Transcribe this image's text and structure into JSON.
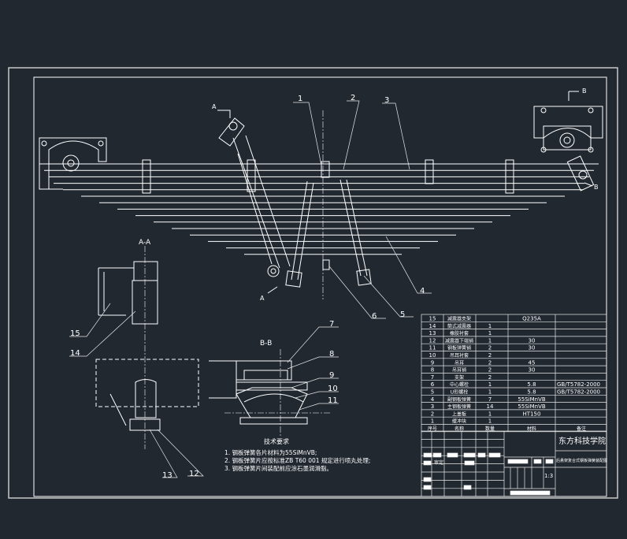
{
  "colors": {
    "background": "#212830",
    "lines": "#ffffff",
    "frame": "#c8c8c8"
  },
  "section_labels": {
    "aa": "A-A",
    "bb": "B-B",
    "a": "A",
    "b": "B"
  },
  "callouts": [
    "1",
    "2",
    "3",
    "4",
    "5",
    "6",
    "7",
    "8",
    "9",
    "10",
    "11",
    "12",
    "13",
    "14",
    "15"
  ],
  "parts_table": {
    "headers": [
      "序号",
      "名称",
      "数量",
      "材料",
      "备注"
    ],
    "rows": [
      {
        "no": "15",
        "name": "减震器支架",
        "qty": "",
        "material": "Q235A",
        "note": ""
      },
      {
        "no": "14",
        "name": "筒式减震器",
        "qty": "1",
        "material": "",
        "note": ""
      },
      {
        "no": "13",
        "name": "橡胶衬套",
        "qty": "1",
        "material": "",
        "note": ""
      },
      {
        "no": "12",
        "name": "减震器下端销",
        "qty": "1",
        "material": "30",
        "note": ""
      },
      {
        "no": "11",
        "name": "钢板弹簧销",
        "qty": "2",
        "material": "30",
        "note": ""
      },
      {
        "no": "10",
        "name": "吊耳衬套",
        "qty": "2",
        "material": "",
        "note": ""
      },
      {
        "no": "9",
        "name": "吊耳",
        "qty": "2",
        "material": "45",
        "note": ""
      },
      {
        "no": "8",
        "name": "吊耳销",
        "qty": "2",
        "material": "30",
        "note": ""
      },
      {
        "no": "7",
        "name": "支架",
        "qty": "2",
        "material": "",
        "note": ""
      },
      {
        "no": "6",
        "name": "中心螺栓",
        "qty": "1",
        "material": "5.8",
        "note": "GB/T5782-2000"
      },
      {
        "no": "5",
        "name": "U形螺栓",
        "qty": "1",
        "material": "5.8",
        "note": "GB/T5782-2000"
      },
      {
        "no": "4",
        "name": "副钢板弹簧",
        "qty": "7",
        "material": "55SiMnVB",
        "note": ""
      },
      {
        "no": "3",
        "name": "主钢板弹簧",
        "qty": "14",
        "material": "55SiMnVB",
        "note": ""
      },
      {
        "no": "2",
        "name": "上盖板",
        "qty": "1",
        "material": "HT150",
        "note": ""
      },
      {
        "no": "1",
        "name": "缓冲块",
        "qty": "1",
        "material": "",
        "note": ""
      }
    ]
  },
  "tech_requirements": {
    "title": "技术要求",
    "items": [
      "1. 钢板弹簧各片材料为55SiMnVB;",
      "2. 钢板弹簧片应按标准ZB  T60  001  规定进行喷丸处理;",
      "3. 钢板弹簧片间装配前应涂石墨润滑脂。"
    ]
  },
  "title_block": {
    "school": "东方科技学院",
    "drawing_name": "后悬架复合式钢板弹簧装配图",
    "scale": "1:3",
    "stage_label": "审定"
  }
}
